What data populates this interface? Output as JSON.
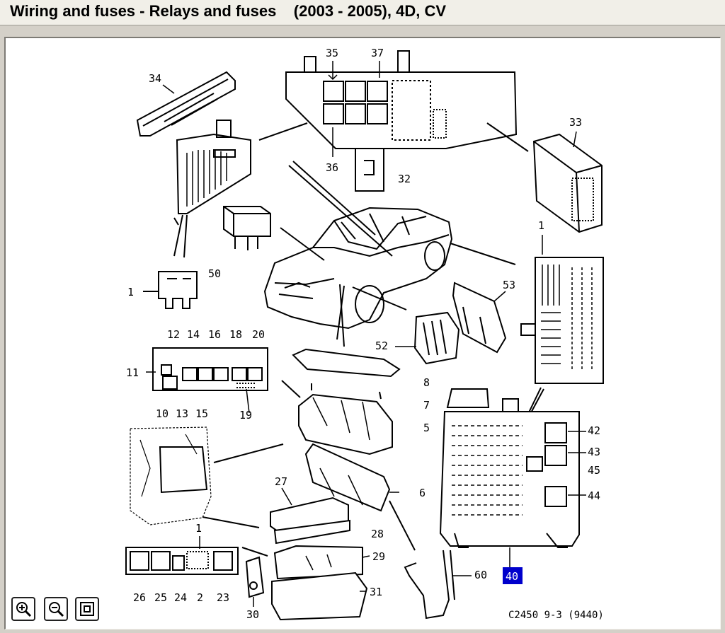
{
  "window": {
    "title": "Wiring and fuses - Relays and fuses    (2003 - 2005), 4D, CV"
  },
  "diagram": {
    "reference": "C2450 9-3 (9440)",
    "highlighted_callout": "40",
    "highlight_color": "#0000cc",
    "callouts": [
      "35",
      "37",
      "34",
      "36",
      "32",
      "33",
      "1",
      "50",
      "1",
      "53",
      "12",
      "14",
      "16",
      "18",
      "20",
      "11",
      "52",
      "8",
      "7",
      "5",
      "10",
      "13",
      "15",
      "19",
      "42",
      "43",
      "45",
      "44",
      "27",
      "6",
      "1",
      "28",
      "29",
      "60",
      "40",
      "26",
      "25",
      "24",
      "2",
      "23",
      "31",
      "30"
    ]
  },
  "toolbar": {
    "zoom_in_icon": "zoom-in-icon",
    "zoom_out_icon": "zoom-out-icon",
    "fit_icon": "fit-to-window-icon"
  }
}
